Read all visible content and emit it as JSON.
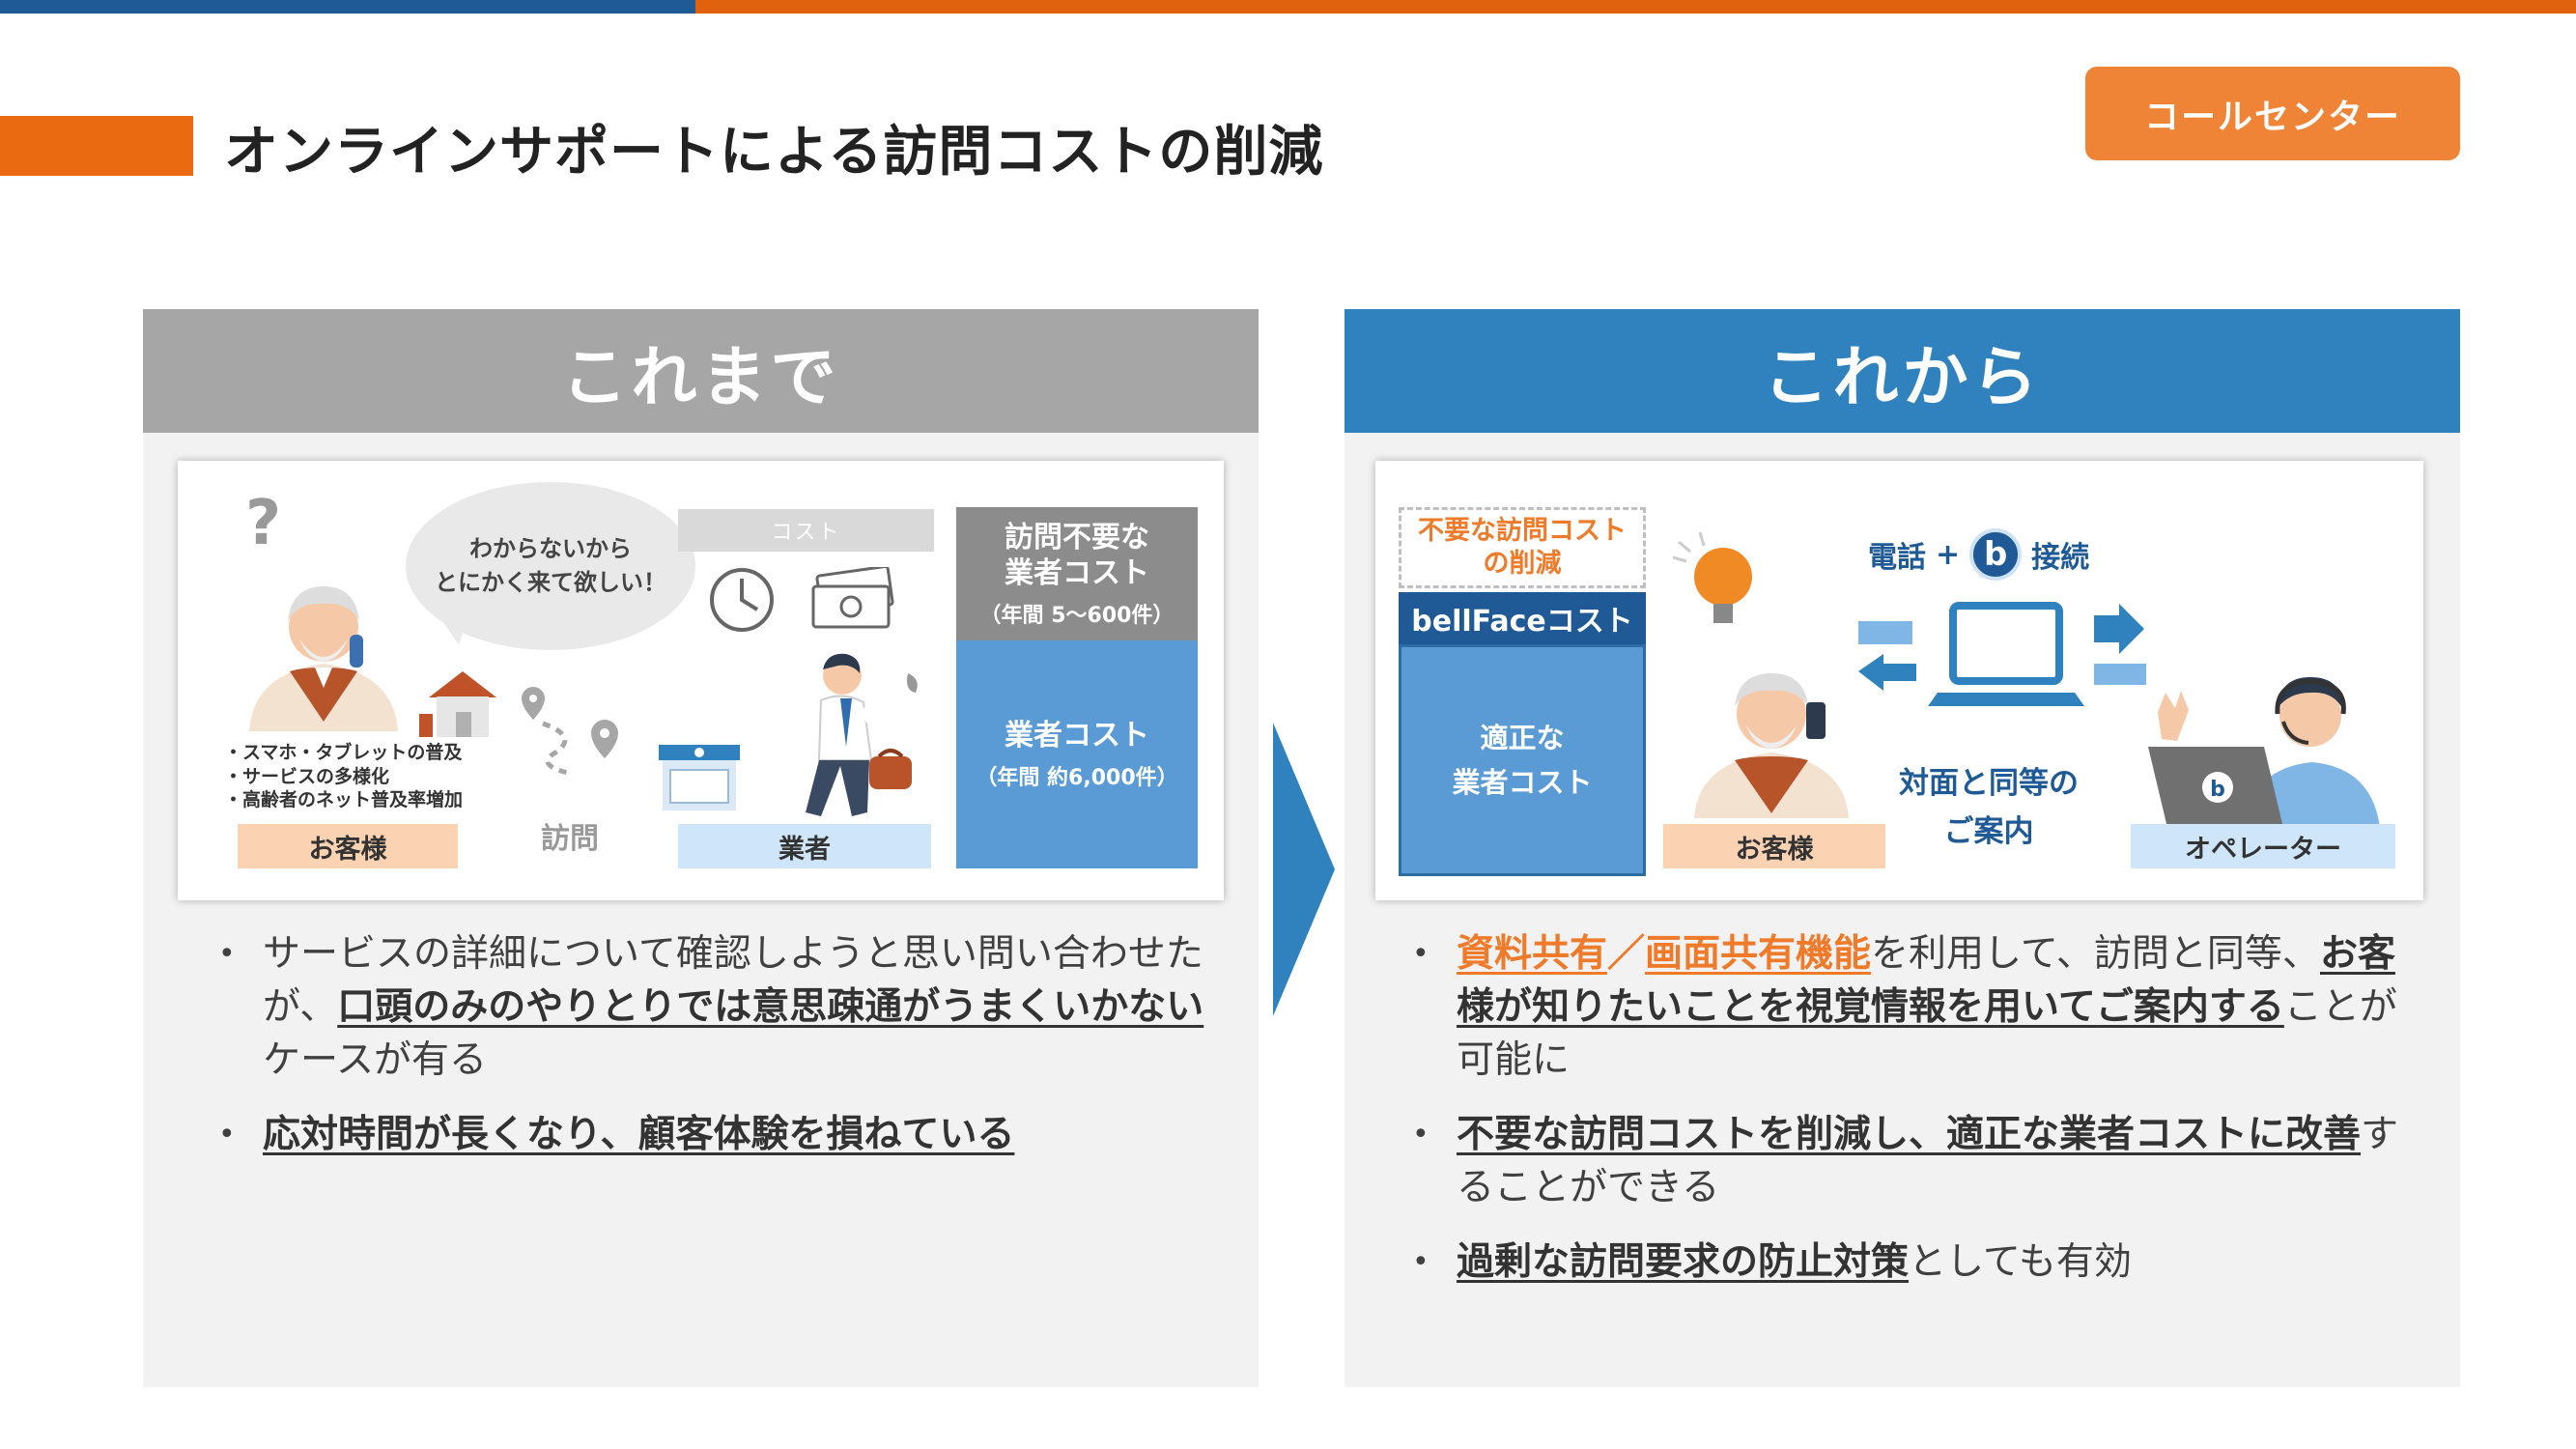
{
  "header": {
    "title": "オンラインサポートによる訪問コストの削減",
    "badge": "コールセンター"
  },
  "left": {
    "heading": "これまで",
    "illustration": {
      "bubble_line1": "わからないから",
      "bubble_line2": "とにかく来て欲しい！",
      "question_mark": "?",
      "notes": [
        "・スマホ・タブレットの普及",
        "・サービスの多様化",
        "・高齢者のネット普及率増加"
      ],
      "customer_label": "お客様",
      "visit_label": "訪問",
      "cost_label": "コスト",
      "vendor_label": "業者",
      "visit_box": {
        "line1": "訪問不要な",
        "line2": "業者コスト",
        "sub": "（年間 5〜600件）"
      },
      "vendor_box": {
        "line1": "業者コスト",
        "sub": "（年間 約6,000件）"
      }
    },
    "bullets": {
      "b1_pre": "サービスの詳細について確認しようと思い問い合わせたが、",
      "b1_u": "口頭のみのやりとりでは意思疎通がうまくいかない",
      "b1_post": "ケースが有る",
      "b2_u": "応対時間が長くなり、顧客体験を損ねている"
    }
  },
  "right": {
    "heading": "これから",
    "illustration": {
      "unneeded_line1": "不要な訪問コスト",
      "unneeded_line2": "の削減",
      "bellface_cost": "bellFaceコスト",
      "proper_line1": "適正な",
      "proper_line2": "業者コスト",
      "phone": "電話",
      "plus": "+",
      "logo_letter": "b",
      "connect": "接続",
      "guide_line1": "対面と同等の",
      "guide_line2": "ご案内",
      "customer_label": "お客様",
      "operator_label": "オペレーター"
    },
    "bullets": {
      "b1_o1": "資料共有",
      "b1_sep": "／",
      "b1_o2": "画面共有機能",
      "b1_mid": "を利用して、訪問と同等、",
      "b1_u": "お客様が知りたいことを視覚情報を用いてご案内する",
      "b1_post": "ことが可能に",
      "b2_u": "不要な訪問コストを削減し、適正な業者コストに改善",
      "b2_post": "することができる",
      "b3_u": "過剰な訪問要求の防止対策",
      "b3_post": "としても有効"
    }
  },
  "colors": {
    "orange": "#ea6a12",
    "blue": "#2f82bd",
    "navy": "#1f5a96",
    "gray": "#a6a6a6"
  }
}
